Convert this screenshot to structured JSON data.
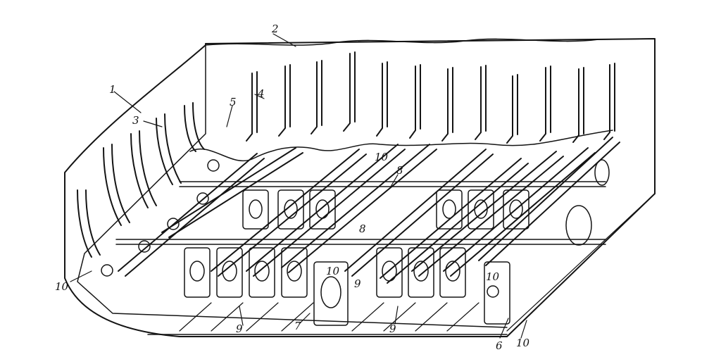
{
  "figure": {
    "colors": {
      "ink": "#141414",
      "paper": "#ffffff"
    },
    "callouts": [
      {
        "id": "c1",
        "text": "1"
      },
      {
        "id": "c2",
        "text": "2"
      },
      {
        "id": "c3",
        "text": "3"
      },
      {
        "id": "c4",
        "text": "4"
      },
      {
        "id": "c5",
        "text": "5"
      },
      {
        "id": "c6",
        "text": "6"
      },
      {
        "id": "c7",
        "text": "7"
      },
      {
        "id": "c8a",
        "text": "8"
      },
      {
        "id": "c8b",
        "text": "8"
      },
      {
        "id": "c9a",
        "text": "9"
      },
      {
        "id": "c9b",
        "text": "9"
      },
      {
        "id": "c9c",
        "text": "9"
      },
      {
        "id": "c10a",
        "text": "10"
      },
      {
        "id": "c10b",
        "text": "10"
      },
      {
        "id": "c10c",
        "text": "10"
      },
      {
        "id": "c10d",
        "text": "10"
      },
      {
        "id": "c10e",
        "text": "10"
      }
    ]
  }
}
